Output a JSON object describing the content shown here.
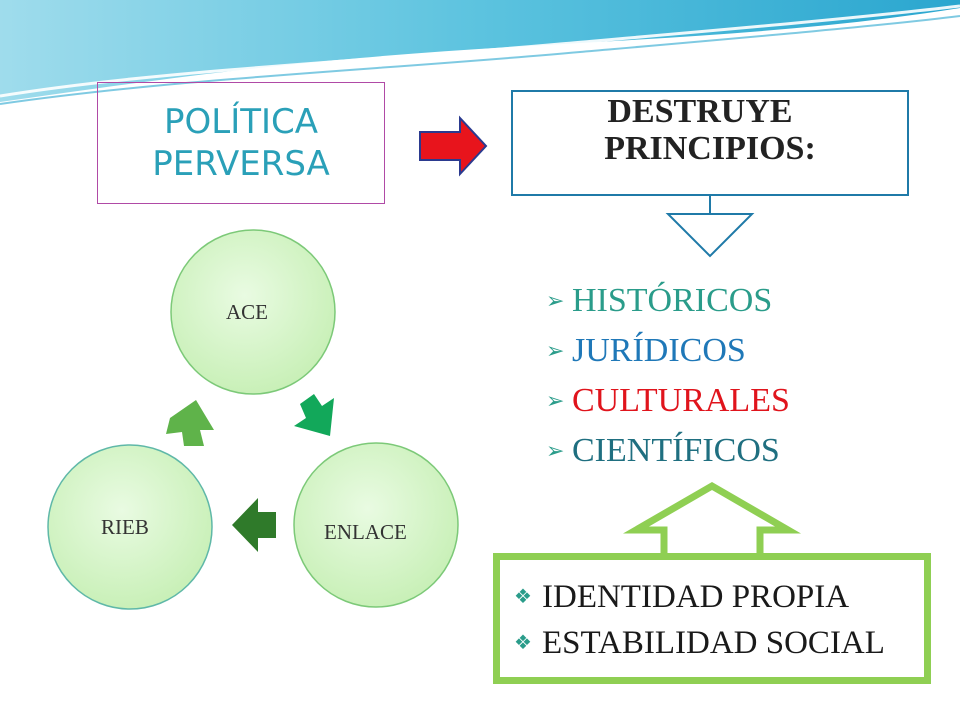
{
  "politica": {
    "line1": "POLÍTICA",
    "line2": "PERVERSA",
    "text_color": "#2aa0b8",
    "border_color": "#b04aa6"
  },
  "principios_box": {
    "line1": "DESTRUYE",
    "line2": "PRINCIPIOS:",
    "border_color": "#1f7aa8"
  },
  "arrow": {
    "color": "#e8141c",
    "outline": "#2b3a8f"
  },
  "cycle": {
    "nodes": [
      {
        "label": "ACE"
      },
      {
        "label": "ENLACE"
      },
      {
        "label": "RIEB"
      }
    ],
    "node_fill": "#d6f5c8",
    "arrow_colors": [
      "#12a85a",
      "#2f7a2a",
      "#5fb34a"
    ]
  },
  "principles": {
    "items": [
      {
        "label": "HISTÓRICOS",
        "color": "#2a9c8a"
      },
      {
        "label": "JURÍDICOS",
        "color": "#1f78b8"
      },
      {
        "label": "CULTURALES",
        "color": "#e0141c"
      },
      {
        "label": "CIENTÍFICOS",
        "color": "#1f6f80"
      }
    ],
    "bullet_icon": "arrowhead-bullet-icon"
  },
  "identity": {
    "items": [
      {
        "label": "IDENTIDAD PROPIA"
      },
      {
        "label": "ESTABILIDAD SOCIAL"
      }
    ],
    "bullet_icon": "diamond-bullet-icon",
    "frame_color": "#8fcf53"
  }
}
